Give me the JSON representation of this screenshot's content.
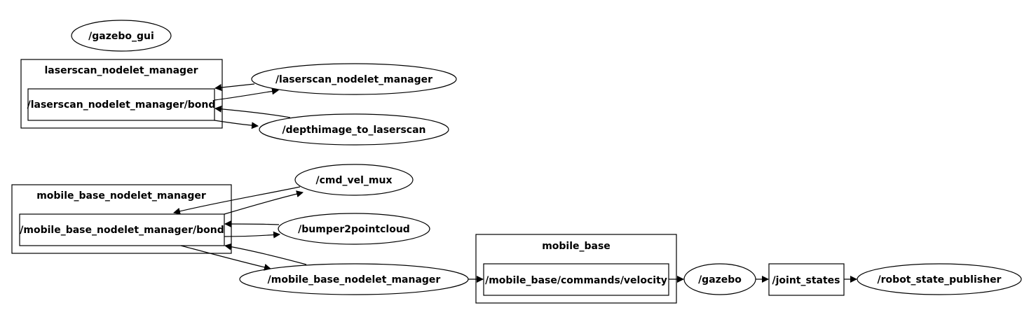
{
  "graph": {
    "nodes": {
      "gazebo_gui": "/gazebo_gui",
      "laserscan_manager": "/laserscan_nodelet_manager",
      "depthimage_to_laserscan": "/depthimage_to_laserscan",
      "cmd_vel_mux": "/cmd_vel_mux",
      "bumper2pointcloud": "/bumper2pointcloud",
      "mobile_base_manager": "/mobile_base_nodelet_manager",
      "gazebo": "/gazebo",
      "robot_state_publisher": "/robot_state_publisher"
    },
    "topics": {
      "laserscan_bond": "/laserscan_nodelet_manager/bond",
      "mobile_base_bond": "/mobile_base_nodelet_manager/bond",
      "velocity": "/mobile_base/commands/velocity",
      "joint_states": "/joint_states"
    },
    "clusters": {
      "laserscan": "laserscan_nodelet_manager",
      "mobile_base_manager": "mobile_base_nodelet_manager",
      "mobile_base": "mobile_base"
    }
  }
}
